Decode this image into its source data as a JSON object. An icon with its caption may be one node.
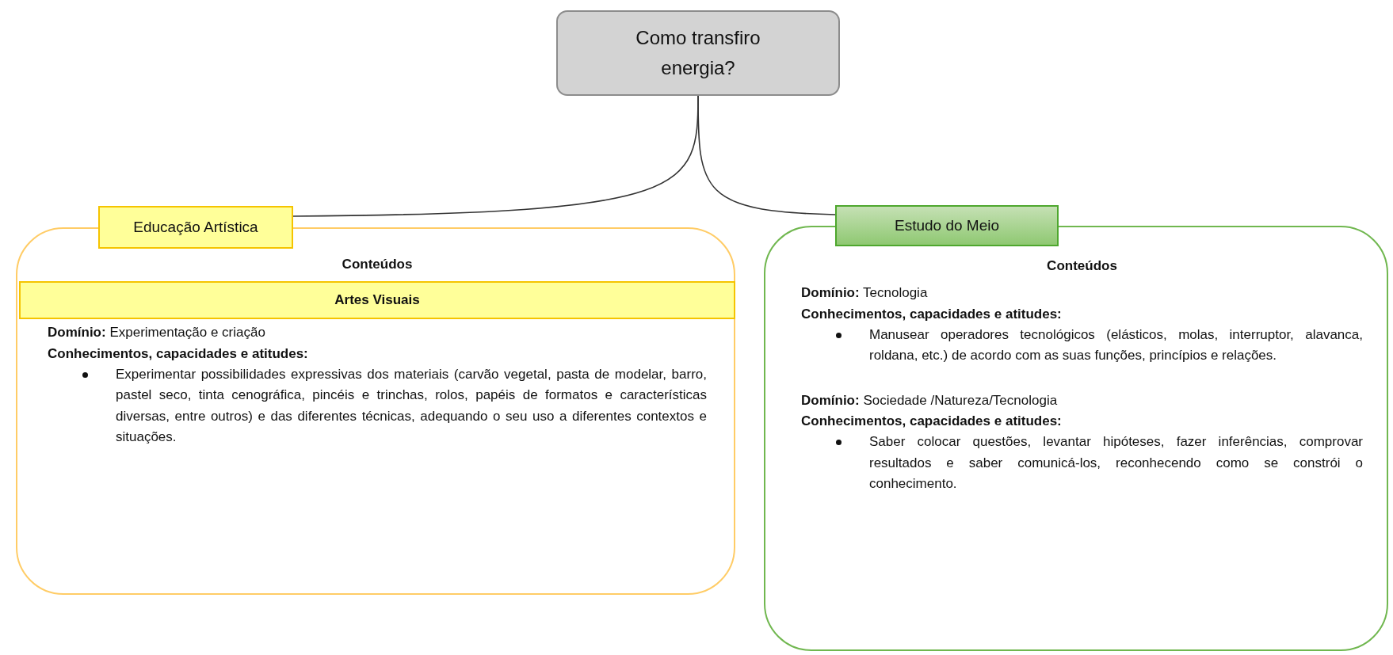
{
  "diagram": {
    "nodes": [
      {
        "text": [
          "Como transfiro energia?"
        ]
      },
      {
        "text": [
          "Educação Artística"
        ]
      },
      {
        "text": [
          "Conteúdos",
          "**Domínio:** Experimentação e criação",
          "Conhecimentos, capacidades e atitudes:",
          "Experimentar possibilidades expressivas dos materiais (carvão vegetal, pasta de modelar, barro, pastel seco, tinta cenográfica, pincéis e trinchas, rolos, papéis de formatos e características diversas, entre outros) e das diferentes técnicas, adequando o seu uso a diferentes contextos e situações."
        ]
      },
      {
        "text": [
          "Artes Visuais"
        ],
        "in": 2
      },
      {
        "text": [
          "Estudo do Meio"
        ]
      },
      {
        "text": [
          "Conteúdos",
          "**Domínio:** Tecnologia",
          "Conhecimentos, capacidades e atitudes:",
          "Manusear operadores tecnológicos (elásticos, molas, interruptor, alavanca, roldana, etc.) de acordo com as suas funções, princípios e relações.",
          "**Domínio:** Sociedade /Natureza/Tecnologia",
          "Conhecimentos, capacidades e atitudes:",
          "Saber colocar questões, levantar hipóteses, fazer inferências, comprovar resultados e saber comunicá-los, reconhecendo como se constrói o conhecimento."
        ]
      }
    ],
    "edges": [
      {
        "from": 0,
        "to": 1,
        "arrow": "none"
      },
      {
        "from": 0,
        "to": 4,
        "arrow": "none"
      }
    ]
  }
}
